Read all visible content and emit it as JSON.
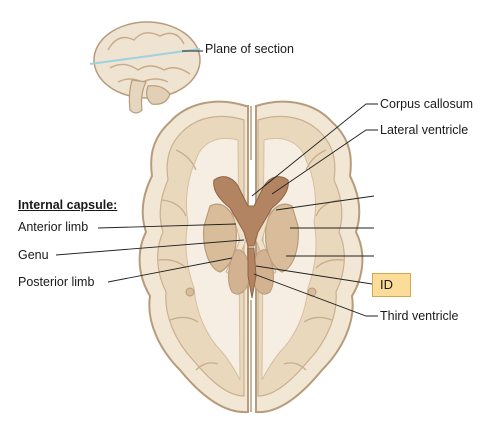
{
  "labels": {
    "plane_of_section": "Plane of section",
    "corpus_callosum": "Corpus callosum",
    "lateral_ventricle": "Lateral ventricle",
    "internal_capsule_heading": "Internal capsule:",
    "anterior_limb": "Anterior limb",
    "genu": "Genu",
    "posterior_limb": "Posterior limb",
    "id_box": "ID",
    "third_ventricle": "Third ventricle"
  },
  "colors": {
    "tissue_light": "#f2e7d5",
    "tissue_mid": "#ead8bd",
    "gray_matter": "#d9bd9a",
    "ventricle": "#b28461",
    "outline": "#b79c7c",
    "id_box_fill": "#fbdc99",
    "plane_line": "#9fd2df"
  }
}
